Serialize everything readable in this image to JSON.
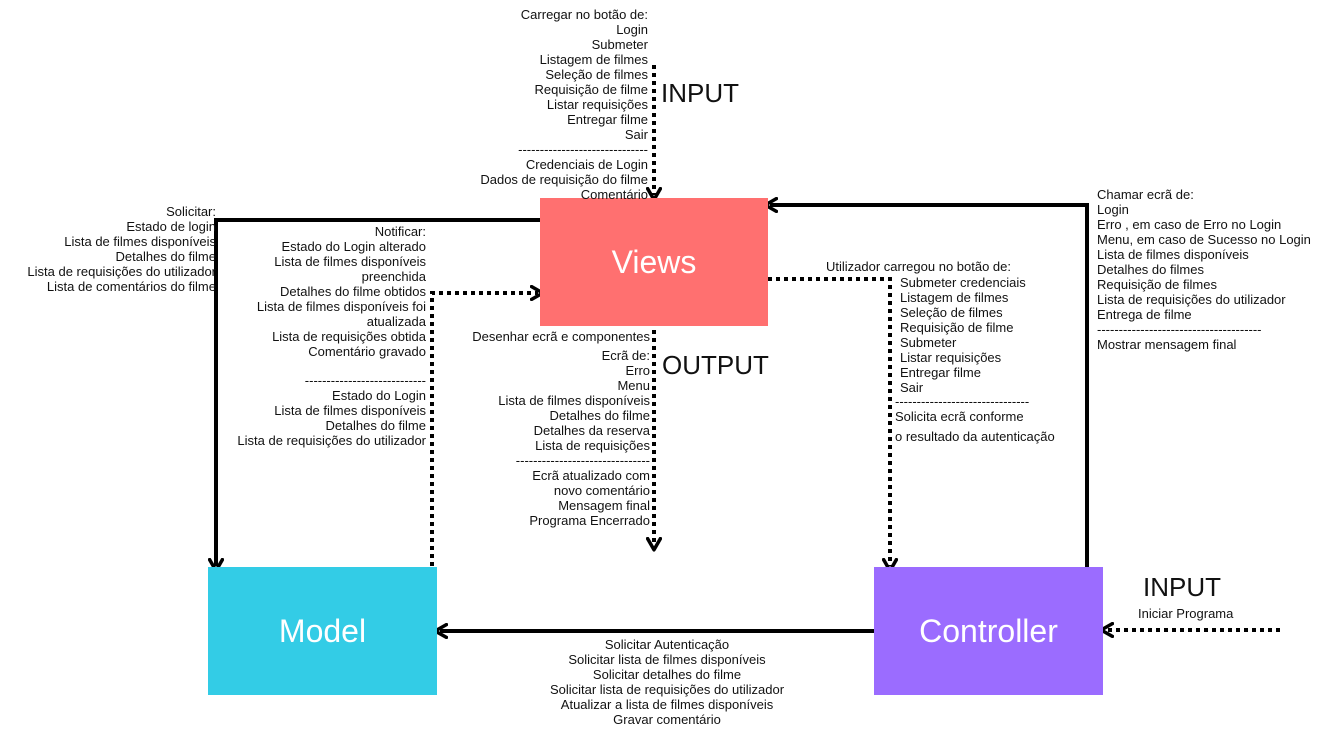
{
  "boxes": {
    "views": {
      "label": "Views",
      "color": "#ff7070"
    },
    "model": {
      "label": "Model",
      "color": "#33cce6"
    },
    "controller": {
      "label": "Controller",
      "color": "#9b6cff"
    }
  },
  "views_input": {
    "label": "INPUT",
    "header": "Carregar no botão de:",
    "buttons": [
      "Login",
      "Submeter",
      "Listagem de filmes",
      "Seleção de filmes",
      "Requisição de filme",
      "Listar requisições",
      "Entregar filme",
      "Sair"
    ],
    "separator": "------------------------------",
    "data": [
      "Credenciais de Login",
      "Dados de requisição do filme",
      "Comentário"
    ]
  },
  "views_output": {
    "label": "OUTPUT",
    "header": "Desenhar ecrã e componentes",
    "screens_header": "Ecrã de:",
    "screens": [
      "Erro",
      "Menu",
      "Lista de filmes disponíveis",
      "Detalhes do filme",
      "Detalhes da reserva",
      "Lista de requisições"
    ],
    "separator": "-------------------------------",
    "results": [
      "Ecrã atualizado com",
      "novo comentário",
      "Mensagem final",
      "Programa Encerrado"
    ]
  },
  "views_to_model": {
    "header": "Solicitar:",
    "items": [
      "Estado de login",
      "Lista de filmes disponíveis",
      "Detalhes do filme",
      "Lista de requisições do utilizador",
      "Lista de comentários do filme"
    ]
  },
  "model_to_views": {
    "header": "Notificar:",
    "items": [
      "Estado do Login alterado",
      "Lista de filmes disponíveis",
      "preenchida",
      "Detalhes do filme obtidos",
      "Lista de filmes disponíveis foi",
      "atualizada",
      "Lista de requisições obtida",
      "Comentário gravado"
    ],
    "separator": "----------------------------",
    "states": [
      "Estado do Login",
      "Lista de filmes disponíveis",
      "Detalhes do filme",
      "Lista de requisições do utilizador"
    ]
  },
  "views_to_controller": {
    "header": "Utilizador carregou no botão de:",
    "items": [
      "Submeter credenciais",
      "Listagem de filmes",
      "Seleção de filmes",
      "Requisição de filme",
      "Submeter",
      "Listar requisições",
      "Entregar filme",
      "Sair"
    ],
    "separator": "-------------------------------",
    "footer": [
      "Solicita ecrã conforme",
      "o resultado da autenticação"
    ]
  },
  "controller_to_views": {
    "header": "Chamar ecrã de:",
    "items": [
      "Login",
      "Erro , em caso de Erro no Login",
      "Menu, em caso de Sucesso no Login",
      "Lista de filmes disponíveis",
      "Detalhes do filmes",
      "Requisição de filmes",
      "Lista de requisições do utilizador",
      "Entrega de filme"
    ],
    "separator": "--------------------------------------",
    "footer": "Mostrar mensagem final"
  },
  "controller_input": {
    "label": "INPUT",
    "text": "Iniciar Programa"
  },
  "controller_to_model": {
    "items": [
      "Solicitar Autenticação",
      "Solicitar lista de filmes disponíveis",
      "Solicitar detalhes do filme",
      "Solicitar lista de requisições do utilizador",
      "Atualizar a lista de filmes disponíveis",
      "Gravar comentário"
    ]
  }
}
